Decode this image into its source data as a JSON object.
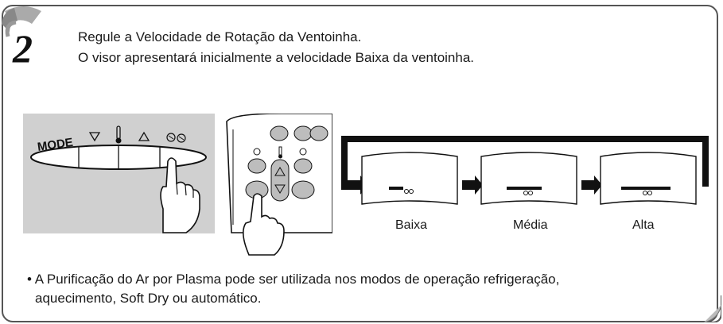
{
  "step": {
    "number": "2"
  },
  "intro": {
    "line1": "Regule a Velocidade de Rotação da Ventoinha.",
    "line2": "O visor apresentará inicialmente a velocidade Baixa da ventoinha."
  },
  "control_panel": {
    "mode_label": "MODE"
  },
  "display_labels": {
    "low": "Baixa",
    "medium": "Média",
    "high": "Alta"
  },
  "footnote": {
    "line1": "• A Purificação do Ar por Plasma pode ser utilizada nos modos de operação refrigeração,",
    "line2": "aquecimento, Soft Dry ou automático."
  },
  "colors": {
    "frame": "#555555",
    "panel_bg": "#d0d0d0",
    "text": "#1a1a1a"
  },
  "icons": [
    "step-number-icon",
    "fan-speed-icon",
    "thermometer-icon",
    "triangle-down-icon",
    "triangle-up-icon",
    "timer-icon",
    "power-icon",
    "hand-pointer-icon",
    "arrow-right-icon"
  ]
}
